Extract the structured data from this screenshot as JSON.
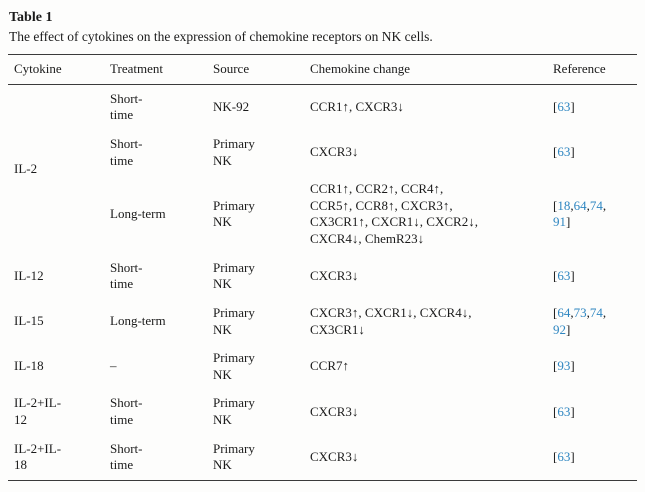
{
  "page": {
    "background": "#fdfdfc",
    "text_color": "#1b1b1b",
    "link_color": "#2e86c1"
  },
  "table": {
    "label": "Table 1",
    "caption": "The effect of cytokines on the expression of chemokine receptors on NK cells.",
    "columns": [
      "Cytokine",
      "Treatment",
      "Source",
      "Chemokine change",
      "Reference"
    ],
    "groups": [
      {
        "cytokine": "IL-2",
        "rows": [
          {
            "treatment": "Short-\ntime",
            "source": "NK-92",
            "change": "CCR1↑, CXCR3↓",
            "refs": [
              63
            ]
          },
          {
            "treatment": "Short-\ntime",
            "source": "Primary\nNK",
            "change": "CXCR3↓",
            "refs": [
              63
            ]
          },
          {
            "treatment": "Long-term",
            "source": "Primary\nNK",
            "change": "CCR1↑, CCR2↑, CCR4↑,\nCCR5↑, CCR8↑, CXCR3↑,\nCX3CR1↑, CXCR1↓, CXCR2↓,\nCXCR4↓, ChemR23↓",
            "refs": [
              18,
              64,
              74,
              91
            ]
          }
        ]
      },
      {
        "cytokine": "IL-12",
        "rows": [
          {
            "treatment": "Short-\ntime",
            "source": "Primary\nNK",
            "change": "CXCR3↓",
            "refs": [
              63
            ]
          }
        ]
      },
      {
        "cytokine": "IL-15",
        "rows": [
          {
            "treatment": "Long-term",
            "source": "Primary\nNK",
            "change": "CXCR3↑, CXCR1↓, CXCR4↓,\nCX3CR1↓",
            "refs": [
              64,
              73,
              74,
              92
            ]
          }
        ]
      },
      {
        "cytokine": "IL-18",
        "rows": [
          {
            "treatment": "–",
            "source": "Primary\nNK",
            "change": "CCR7↑",
            "refs": [
              93
            ]
          }
        ]
      },
      {
        "cytokine": "IL-2+IL-\n12",
        "rows": [
          {
            "treatment": "Short-\ntime",
            "source": "Primary\nNK",
            "change": "CXCR3↓",
            "refs": [
              63
            ]
          }
        ]
      },
      {
        "cytokine": "IL-2+IL-\n18",
        "rows": [
          {
            "treatment": "Short-\ntime",
            "source": "Primary\nNK",
            "change": "CXCR3↓",
            "refs": [
              63
            ]
          }
        ]
      }
    ]
  }
}
